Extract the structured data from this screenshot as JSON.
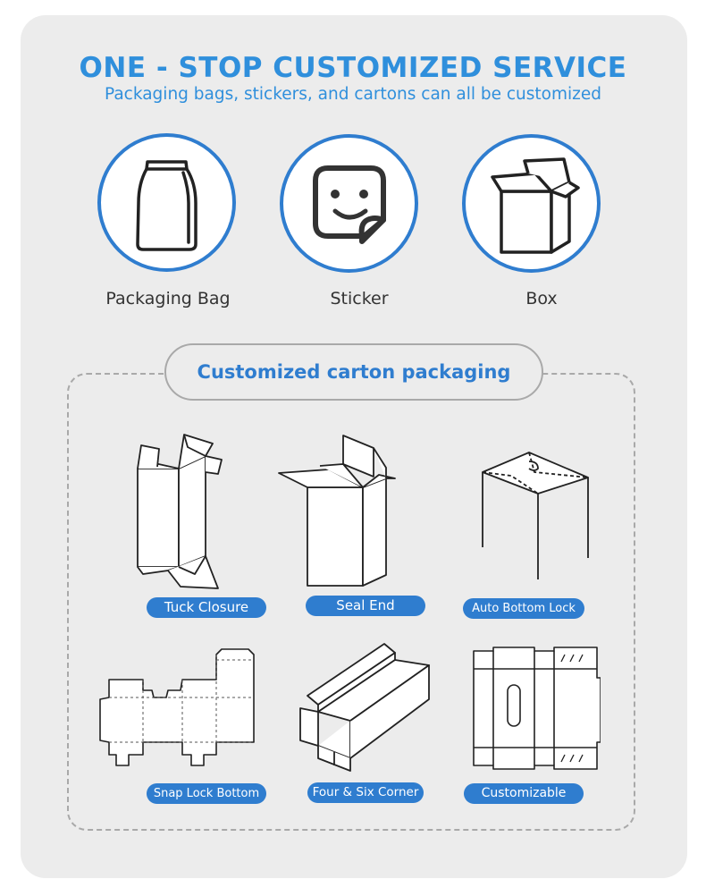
{
  "header": {
    "title": "ONE - STOP CUSTOMIZED SERVICE",
    "subtitle": "Packaging bags, stickers, and cartons can all be customized"
  },
  "categories": [
    {
      "label": "Packaging Bag",
      "icon": "packaging-bag-icon"
    },
    {
      "label": "Sticker",
      "icon": "smiley-sticker-icon"
    },
    {
      "label": "Box",
      "icon": "open-box-icon"
    }
  ],
  "section": {
    "title": "Customized carton packaging"
  },
  "cartons": [
    {
      "label": "Tuck Closure",
      "icon": "tuck-closure-box-icon"
    },
    {
      "label": "Seal End",
      "icon": "seal-end-box-icon"
    },
    {
      "label": "Auto Bottom Lock",
      "icon": "auto-bottom-lock-box-icon"
    },
    {
      "label": "Snap Lock Bottom",
      "icon": "snap-lock-dieline-icon"
    },
    {
      "label": "Four & Six Corner",
      "icon": "tray-box-icon"
    },
    {
      "label": "Customizable",
      "icon": "custom-dieline-icon"
    }
  ],
  "colors": {
    "accent": "#2f7dcf",
    "title": "#2f8fdc",
    "panel": "#ececec"
  }
}
